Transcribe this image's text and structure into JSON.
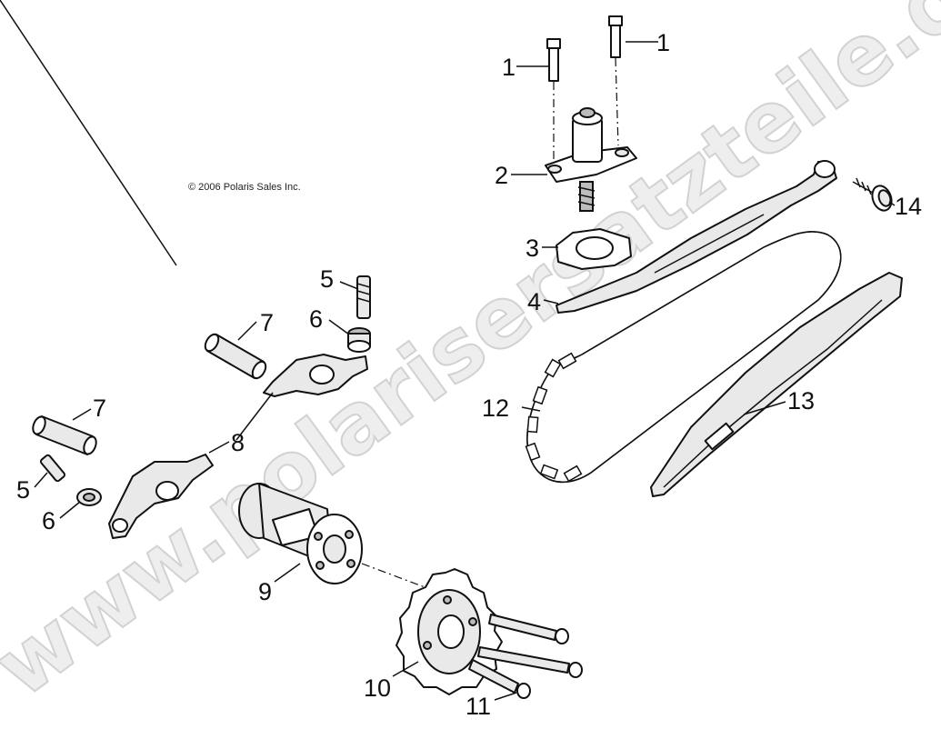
{
  "copyright": "© 2006 Polaris Sales Inc.",
  "watermark": "www.polarisersatzteile.de",
  "callouts": {
    "c1a": "1",
    "c1b": "1",
    "c2": "2",
    "c3": "3",
    "c4": "4",
    "c5a": "5",
    "c5b": "5",
    "c6a": "6",
    "c6b": "6",
    "c7a": "7",
    "c7b": "7",
    "c8": "8",
    "c9": "9",
    "c10": "10",
    "c11": "11",
    "c12": "12",
    "c13": "13",
    "c14": "14"
  }
}
